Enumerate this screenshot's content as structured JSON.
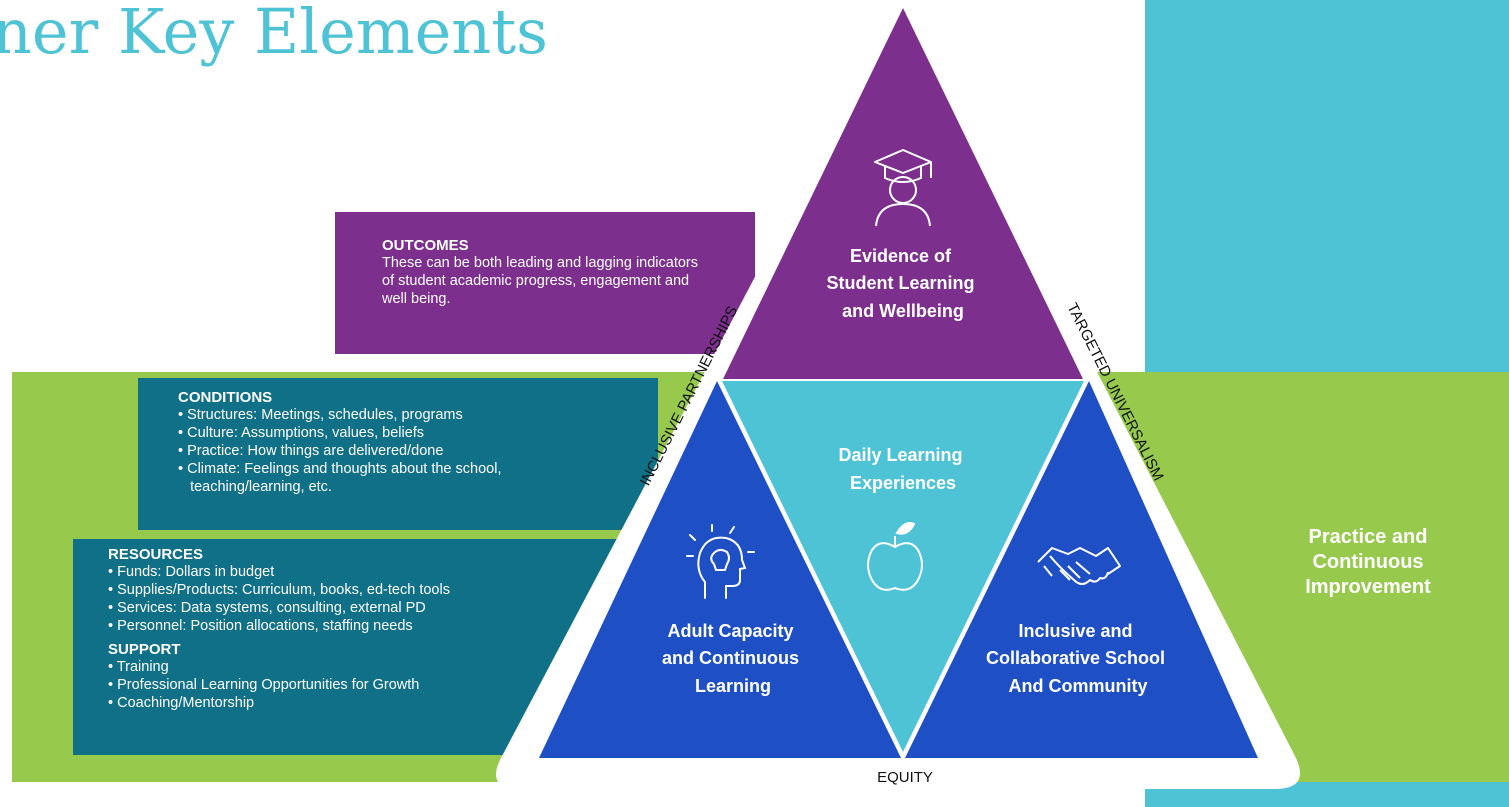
{
  "title": "ner Key Elements",
  "outcomes": {
    "heading": "OUTCOMES",
    "text": "These can be both leading and lagging indicators of student academic progress, engagement and well being."
  },
  "conditions": {
    "heading": "CONDITIONS",
    "items": [
      "• Structures: Meetings, schedules, programs",
      "• Culture: Assumptions, values, beliefs",
      "• Practice: How things are delivered/done",
      "• Climate: Feelings and thoughts about the school,",
      "   teaching/learning, etc."
    ]
  },
  "resources": {
    "heading": "RESOURCES",
    "items": [
      "• Funds: Dollars in budget",
      "• Supplies/Products: Curriculum, books, ed-tech tools",
      "• Services: Data systems, consulting, external PD",
      "• Personnel: Position allocations, staffing needs"
    ]
  },
  "support": {
    "heading": "SUPPORT",
    "items": [
      "• Training",
      "• Professional Learning Opportunities for Growth",
      "• Coaching/Mentorship"
    ]
  },
  "triangle": {
    "top": [
      "Evidence of",
      "Student Learning",
      "and Wellbeing"
    ],
    "middle": [
      "Daily Learning",
      "Experiences"
    ],
    "left": [
      "Adult Capacity",
      "and Continuous",
      "Learning"
    ],
    "right": [
      "Inclusive and",
      "Collaborative School",
      "And Community"
    ],
    "edge_left": "INCLUSIVE PARTNERSHIPS",
    "edge_right": "TARGETED UNIVERSALISM",
    "edge_bottom": "EQUITY"
  },
  "side_label": [
    "Practice and",
    "Continuous",
    "Improvement"
  ],
  "colors": {
    "cyan": "#4fc3d6",
    "green": "#96c94c",
    "purple": "#7d2f8e",
    "teal": "#107087",
    "blue": "#1e4fc4"
  },
  "icons": [
    "graduation-cap-icon",
    "lightbulb-head-icon",
    "apple-icon",
    "handshake-icon"
  ]
}
